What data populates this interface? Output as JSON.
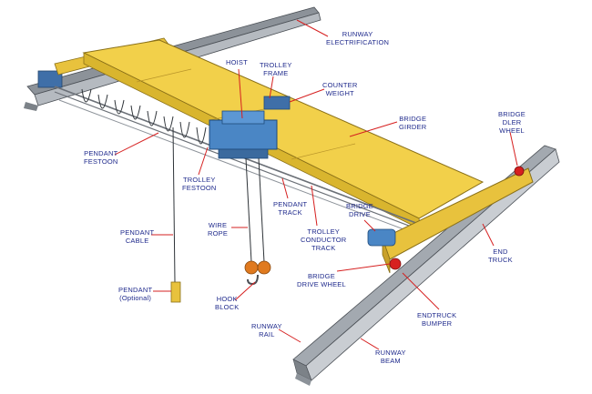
{
  "labels": {
    "runway_electrification": [
      "RUNWAY",
      "ELECTRIFICATION"
    ],
    "hoist": [
      "HOIST"
    ],
    "trolley_frame": [
      "TROLLEY",
      "FRAME"
    ],
    "counter_weight": [
      "COUNTER",
      "WEIGHT"
    ],
    "bridge_girder": [
      "BRIDGE",
      "GIRDER"
    ],
    "bridge_idler_wheel": [
      "BRIDGE",
      "DLER",
      "WHEEL"
    ],
    "pendant_festoon": [
      "PENDANT",
      "FESTOON"
    ],
    "trolley_festoon": [
      "TROLLEY",
      "FESTOON"
    ],
    "pendant_track": [
      "PENDANT",
      "TRACK"
    ],
    "bridge_drive": [
      "BRIDGE",
      "DRIVE"
    ],
    "pendant_cable": [
      "PENDANT",
      "CABLE"
    ],
    "wire_rope": [
      "WIRE",
      "ROPE"
    ],
    "trolley_conductor_track": [
      "TROLLEY",
      "CONDUCTOR",
      "TRACK"
    ],
    "end_truck": [
      "END",
      "TRUCK"
    ],
    "bridge_drive_wheel": [
      "BRIDGE",
      "DRIVE WHEEL"
    ],
    "pendant_optional": [
      "PENDANT",
      "(Optional)"
    ],
    "hook_block": [
      "HOOK",
      "BLOCK"
    ],
    "endtruck_bumper": [
      "ENDTRUCK",
      "BUMPER"
    ],
    "runway_rail": [
      "RUNWAY",
      "RAIL"
    ],
    "runway_beam": [
      "RUNWAY",
      "BEAM"
    ]
  },
  "colors": {
    "label_text": "#1f2a8c",
    "leader_line": "#d62020",
    "girder_yellow": "#f2d04a",
    "girder_shade": "#d9b52e",
    "steel_gray": "#9aa0a6",
    "steel_dark": "#6b7077",
    "hoist_blue": "#4a86c5",
    "hook_orange": "#e07a1f"
  }
}
